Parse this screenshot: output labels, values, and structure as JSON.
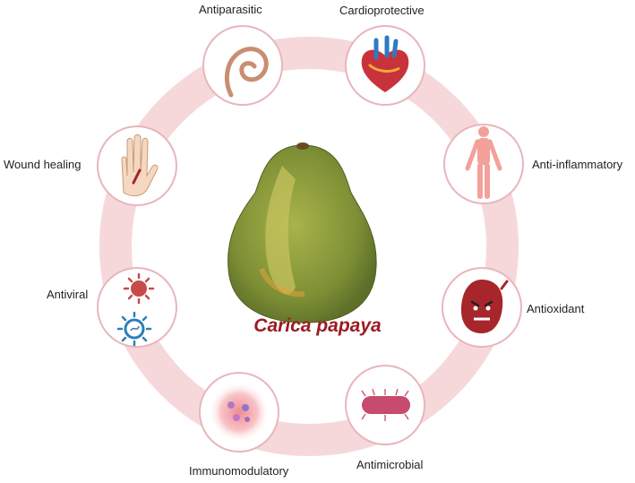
{
  "title": "Carica papaya",
  "colors": {
    "ring": "#f6d8db",
    "node_border": "#e8b6bb",
    "title": "#9b1b22",
    "papaya_body": "#8a9a3a",
    "papaya_highlight": "#c6c660"
  },
  "properties": [
    {
      "label": "Antiparasitic",
      "icon": "worm-icon"
    },
    {
      "label": "Cardioprotective",
      "icon": "heart-icon"
    },
    {
      "label": "Anti-inflammatory",
      "icon": "human-body-icon"
    },
    {
      "label": "Antioxidant",
      "icon": "free-radical-icon"
    },
    {
      "label": "Antimicrobial",
      "icon": "bacterium-icon"
    },
    {
      "label": "Immunomodulatory",
      "icon": "immune-cells-icon"
    },
    {
      "label": "Antiviral",
      "icon": "virus-icon"
    },
    {
      "label": "Wound healing",
      "icon": "wounded-hand-icon"
    }
  ]
}
